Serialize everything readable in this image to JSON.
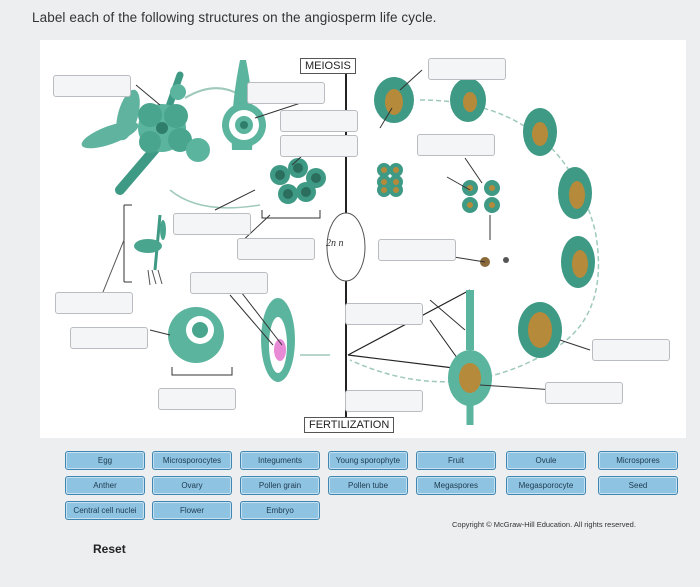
{
  "title": "Label each of the following structures on the angiosperm life cycle.",
  "header_meiosis": "MEIOSIS",
  "header_fertilization": "FERTILIZATION",
  "ploidy_label": "2n  n",
  "labels": [
    "Egg",
    "Microsporocytes",
    "Integuments",
    "Young sporophyte",
    "Fruit",
    "Ovule",
    "Microspores",
    "Anther",
    "Ovary",
    "Pollen grain",
    "Pollen tube",
    "Megaspores",
    "Megasporocyte",
    "Seed",
    "Central cell nuclei",
    "Flower",
    "Embryo"
  ],
  "copyright": "Copyright © McGraw-Hill Education. All rights reserved.",
  "reset_label": "Reset",
  "colors": {
    "plant_green": "#4fae98",
    "plant_dark": "#2f7e6b",
    "spore_brown": "#b58a3a",
    "chip_blue": "#8fc3e2"
  }
}
